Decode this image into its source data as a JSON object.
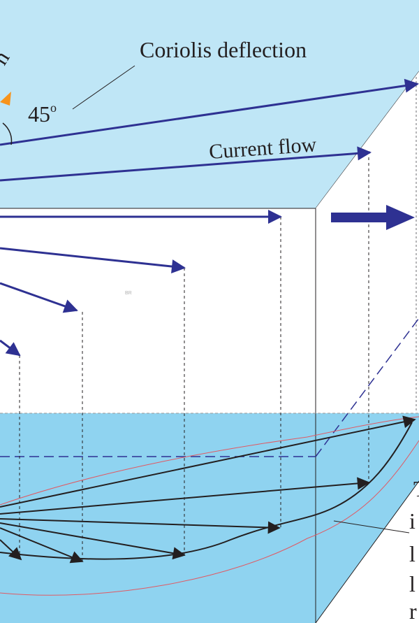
{
  "labels": {
    "coriolis": "Coriolis deflection",
    "angle": "45",
    "angle_unit": "o",
    "current": "Current flow",
    "partial_top": "n",
    "watermark": "BR",
    "cut_right": [
      "T",
      "i",
      "l",
      "l",
      "r"
    ]
  },
  "colors": {
    "surface_top": "#bfe6f6",
    "spiral_layer": "#8fd3f0",
    "vector_blue": "#2e3192",
    "vector_dark": "#231f20",
    "orange_arrow": "#f7941d",
    "envelope_red": "#e05a64"
  }
}
